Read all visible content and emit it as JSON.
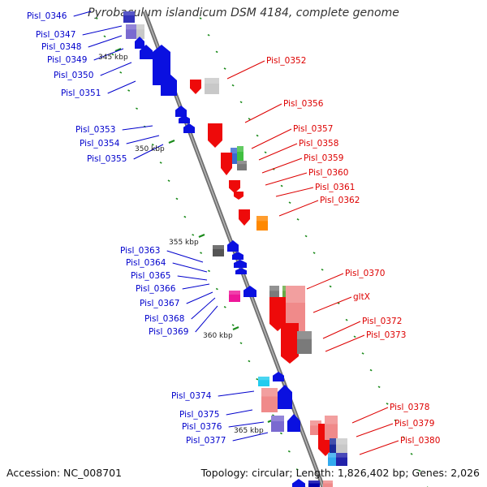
{
  "title": "Pyrobaculum islandicum DSM 4184, complete genome",
  "accession_text": "Accession: NC_008701",
  "summary_text": "Topology: circular; Length: 1,826,402 bp; Genes: 2,026",
  "colors": {
    "forward_label": "#0000cc",
    "reverse_label": "#dd0000",
    "backbone": "#8a8a8a",
    "tick": "#1a8a1a"
  },
  "scale_ticks": [
    "345 kbp",
    "350 kbp",
    "355 kbp",
    "360 kbp",
    "365 kbp"
  ],
  "left_genes": [
    "Pisl_0346",
    "Pisl_0347",
    "Pisl_0348",
    "Pisl_0349",
    "Pisl_0350",
    "Pisl_0351",
    "Pisl_0353",
    "Pisl_0354",
    "Pisl_0355",
    "Pisl_0363",
    "Pisl_0364",
    "Pisl_0365",
    "Pisl_0366",
    "Pisl_0367",
    "Pisl_0368",
    "Pisl_0369",
    "Pisl_0374",
    "Pisl_0375",
    "Pisl_0376",
    "Pisl_0377"
  ],
  "right_genes": [
    "Pisl_0352",
    "Pisl_0356",
    "Pisl_0357",
    "Pisl_0358",
    "Pisl_0359",
    "Pisl_0360",
    "Pisl_0361",
    "Pisl_0362",
    "Pisl_0370",
    "gltX",
    "Pisl_0372",
    "Pisl_0373",
    "Pisl_0378",
    "Pisl_0379",
    "Pisl_0380"
  ]
}
